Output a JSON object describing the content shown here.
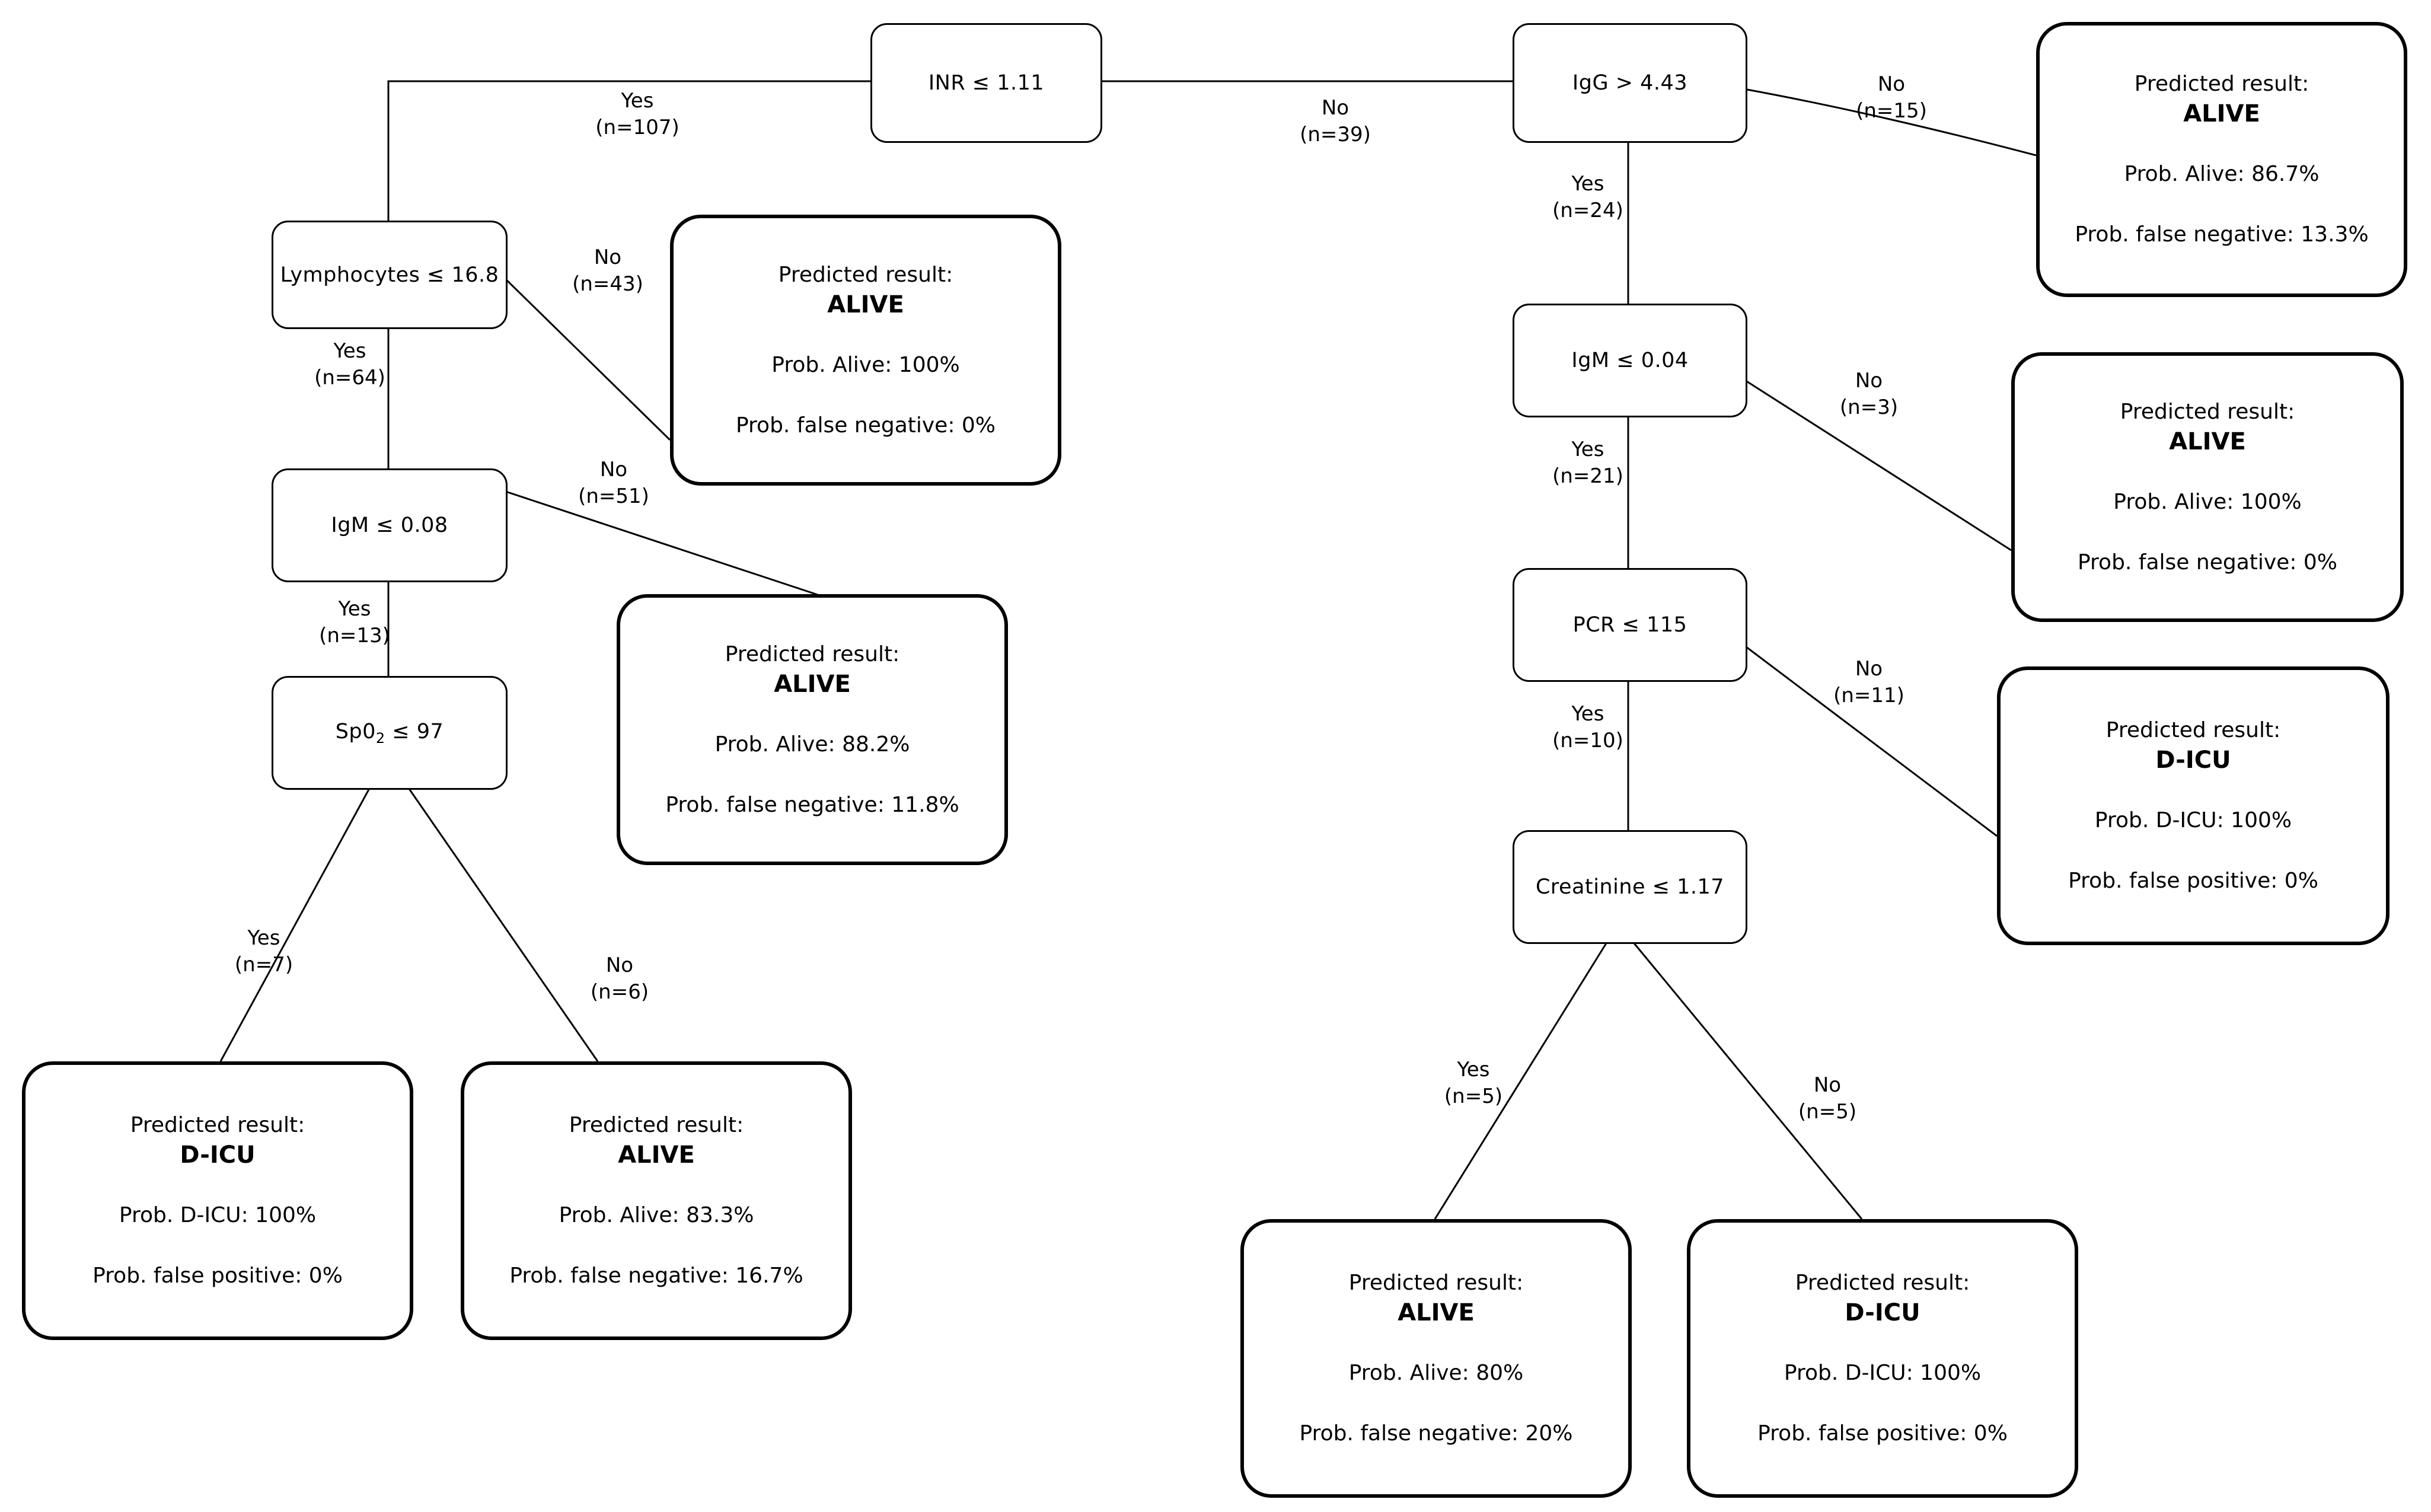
{
  "figure": {
    "type": "decision-tree",
    "colors": {
      "background": "#ffffff",
      "foreground": "#000000"
    }
  },
  "nodes": {
    "inr": {
      "label": "INR ≤ 1.11"
    },
    "lymph": {
      "label": "Lymphocytes ≤ 16.8"
    },
    "igm008": {
      "label": "IgM ≤ 0.08"
    },
    "spo2": {
      "label_main": "Sp0",
      "label_sub": "2",
      "label_rest": " ≤ 97"
    },
    "igg": {
      "label": "IgG > 4.43"
    },
    "igm004": {
      "label": "IgM ≤ 0.04"
    },
    "pcr": {
      "label": "PCR ≤ 115"
    },
    "creat": {
      "label": "Creatinine ≤ 1.17"
    }
  },
  "edge_labels": {
    "yes107": {
      "line1": "Yes",
      "line2": "(n=107)"
    },
    "no39": {
      "line1": "No",
      "line2": "(n=39)"
    },
    "no43": {
      "line1": "No",
      "line2": "(n=43)"
    },
    "yes64": {
      "line1": "Yes",
      "line2": "(n=64)"
    },
    "no51": {
      "line1": "No",
      "line2": "(n=51)"
    },
    "yes13": {
      "line1": "Yes",
      "line2": "(n=13)"
    },
    "yes7": {
      "line1": "Yes",
      "line2": "(n=7)"
    },
    "no6": {
      "line1": "No",
      "line2": "(n=6)"
    },
    "no15": {
      "line1": "No",
      "line2": "(n=15)"
    },
    "yes24": {
      "line1": "Yes",
      "line2": "(n=24)"
    },
    "no3": {
      "line1": "No",
      "line2": "(n=3)"
    },
    "yes21": {
      "line1": "Yes",
      "line2": "(n=21)"
    },
    "no11": {
      "line1": "No",
      "line2": "(n=11)"
    },
    "yes10": {
      "line1": "Yes",
      "line2": "(n=10)"
    },
    "yes5": {
      "line1": "Yes",
      "line2": "(n=5)"
    },
    "no5": {
      "line1": "No",
      "line2": "(n=5)"
    }
  },
  "leaves": {
    "n43": {
      "title": "Predicted result:",
      "result": "ALIVE",
      "prob": "Prob. Alive: 100%",
      "err": "Prob. false negative: 0%"
    },
    "n51": {
      "title": "Predicted result:",
      "result": "ALIVE",
      "prob": "Prob. Alive: 88.2%",
      "err": "Prob. false negative: 11.8%"
    },
    "n7": {
      "title": "Predicted result:",
      "result": "D-ICU",
      "prob": "Prob. D-ICU: 100%",
      "err": "Prob. false positive: 0%"
    },
    "n6": {
      "title": "Predicted result:",
      "result": "ALIVE",
      "prob": "Prob. Alive: 83.3%",
      "err": "Prob. false negative: 16.7%"
    },
    "n15": {
      "title": "Predicted result:",
      "result": "ALIVE",
      "prob": "Prob. Alive: 86.7%",
      "err": "Prob. false negative: 13.3%"
    },
    "n3": {
      "title": "Predicted result:",
      "result": "ALIVE",
      "prob": "Prob. Alive: 100%",
      "err": "Prob. false negative: 0%"
    },
    "n11": {
      "title": "Predicted result:",
      "result": "D-ICU",
      "prob": "Prob. D-ICU: 100%",
      "err": "Prob. false positive: 0%"
    },
    "n5a": {
      "title": "Predicted result:",
      "result": "ALIVE",
      "prob": "Prob. Alive: 80%",
      "err": "Prob. false negative: 20%"
    },
    "n5b": {
      "title": "Predicted result:",
      "result": "D-ICU",
      "prob": "Prob. D-ICU: 100%",
      "err": "Prob. false positive: 0%"
    }
  }
}
